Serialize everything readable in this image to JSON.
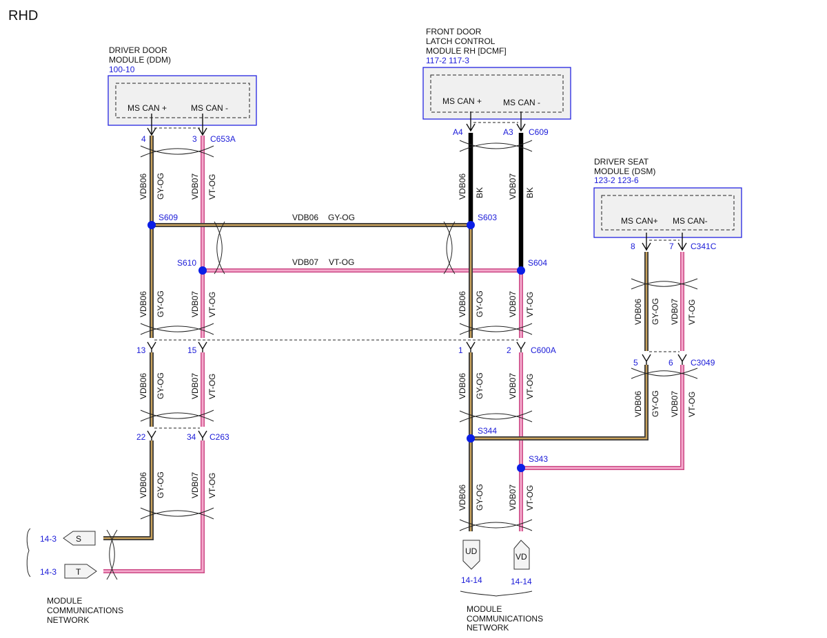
{
  "title": "RHD",
  "modules": {
    "ddm": {
      "name_lines": [
        "DRIVER DOOR",
        "MODULE (DDM)"
      ],
      "refs": "100-10",
      "pin_plus": "MS CAN +",
      "pin_minus": "MS CAN -"
    },
    "dcmf": {
      "name_lines": [
        "FRONT DOOR",
        "LATCH CONTROL",
        "MODULE RH [DCMF]"
      ],
      "refs": "117-2  117-3",
      "pin_plus": "MS CAN +",
      "pin_minus": "MS CAN -"
    },
    "dsm": {
      "name_lines": [
        "DRIVER SEAT",
        "MODULE (DSM)"
      ],
      "refs": "123-2  123-6",
      "pin_plus": "MS CAN+",
      "pin_minus": "MS CAN-"
    }
  },
  "connectors": {
    "c653a": {
      "name": "C653A",
      "pin_a": "4",
      "pin_b": "3"
    },
    "c609": {
      "name": "C609",
      "pin_a": "A4",
      "pin_b": "A3"
    },
    "c341c": {
      "name": "C341C",
      "pin_a": "8",
      "pin_b": "7"
    },
    "left_mid": {
      "pin_a": "13",
      "pin_b": "15"
    },
    "c600a": {
      "name": "C600A",
      "pin_a": "1",
      "pin_b": "2"
    },
    "c3049": {
      "name": "C3049",
      "pin_a": "5",
      "pin_b": "6"
    },
    "c263": {
      "name": "C263",
      "pin_a": "22",
      "pin_b": "34"
    }
  },
  "splices": {
    "s609": "S609",
    "s610": "S610",
    "s603": "S603",
    "s604": "S604",
    "s344": "S344",
    "s343": "S343"
  },
  "wires": {
    "circuit_plus": "VDB06",
    "circuit_minus": "VDB07",
    "color_plus": "GY-OG",
    "color_minus": "VT-OG",
    "color_black": "BK"
  },
  "horizontal_labels": {
    "top_circuit": "VDB06",
    "top_color": "GY-OG",
    "mid_circuit": "VDB07",
    "mid_color": "VT-OG"
  },
  "off_page": {
    "left_s": {
      "letter": "S",
      "ref": "14-3"
    },
    "left_t": {
      "letter": "T",
      "ref": "14-3"
    },
    "left_caption": [
      "MODULE",
      "COMMUNICATIONS",
      "NETWORK"
    ],
    "ud": {
      "letter": "UD",
      "ref": "14-14"
    },
    "vd": {
      "letter": "VD",
      "ref": "14-14"
    },
    "right_caption": [
      "MODULE",
      "COMMUNICATIONS",
      "NETWORK"
    ]
  },
  "colors": {
    "gy_og": "#c8a15a",
    "vt_og": "#f4a9cc",
    "label_blue": "#1a1ad8",
    "module_border": "#2424e0",
    "splice": "#0a1ee6"
  }
}
